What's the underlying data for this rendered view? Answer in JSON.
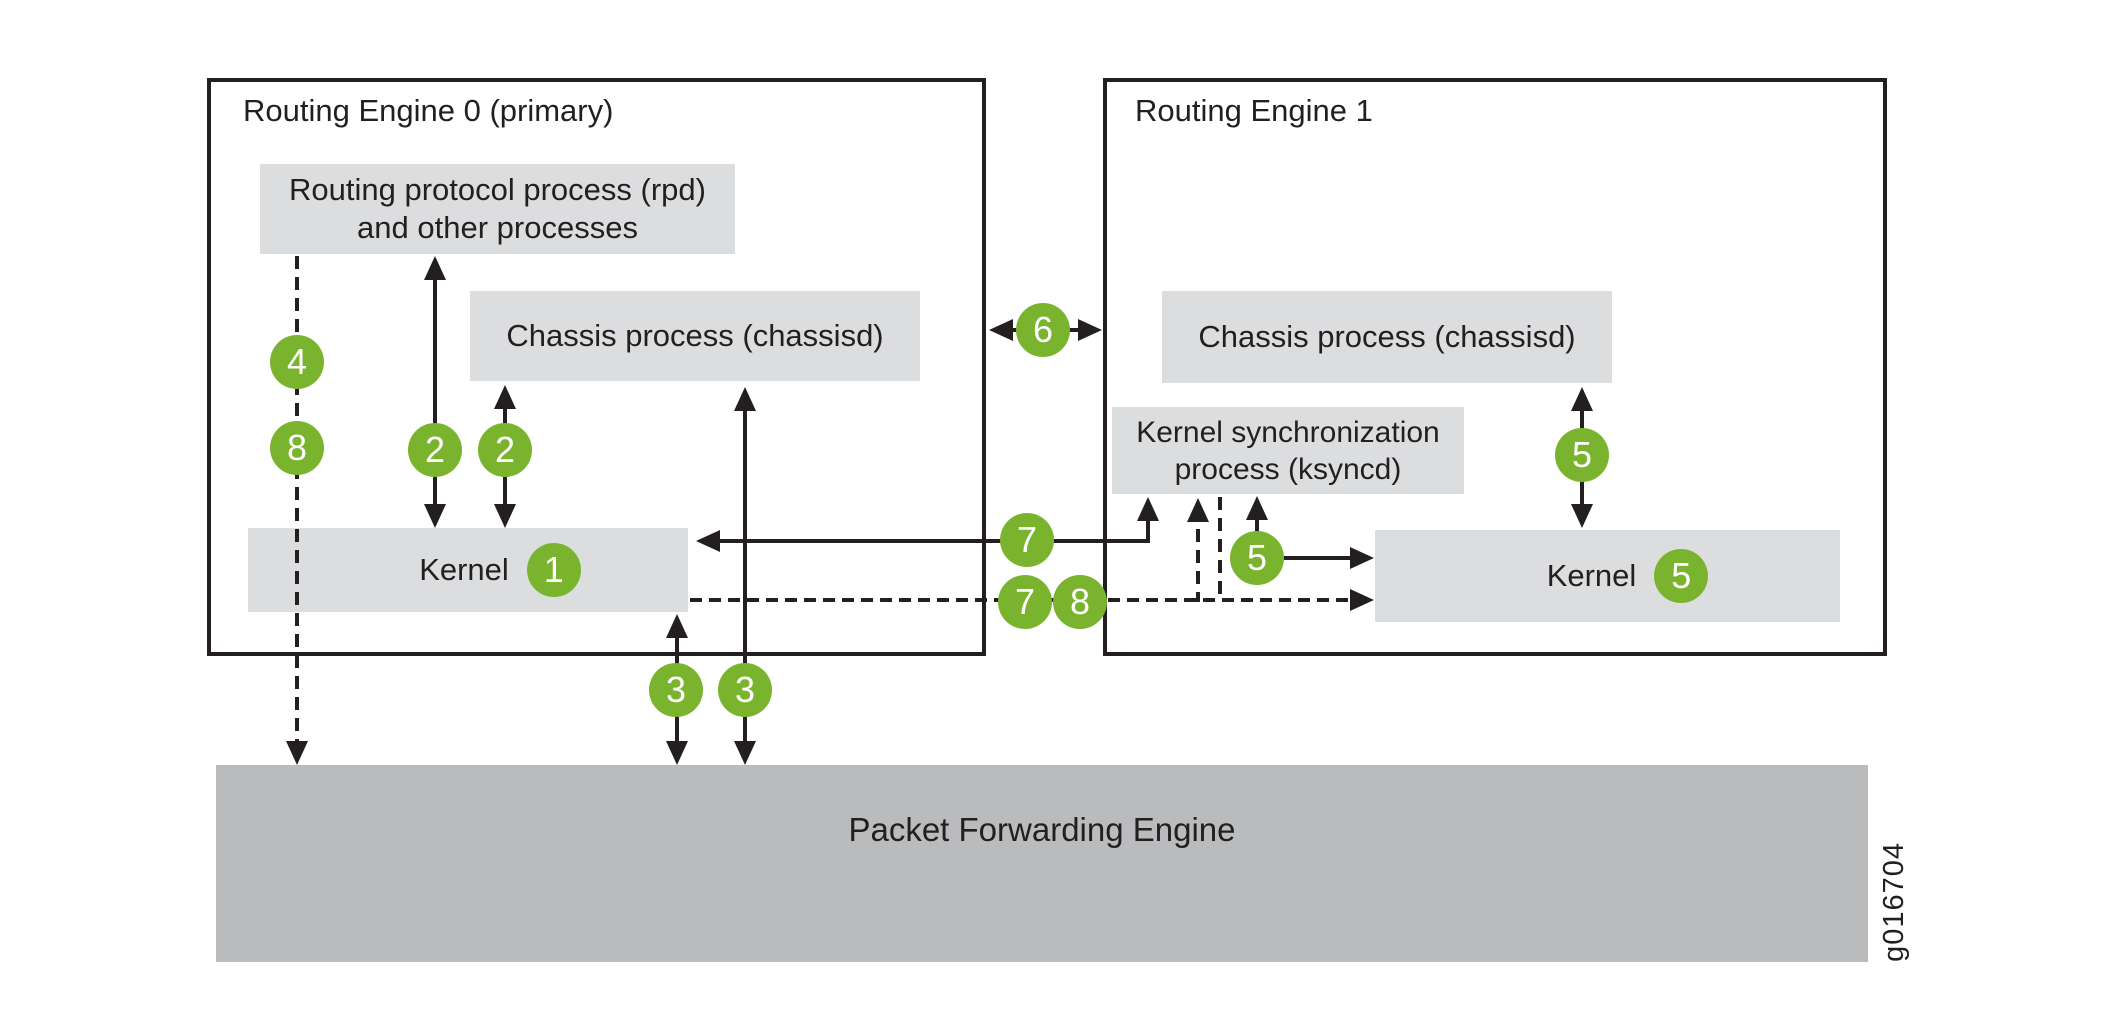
{
  "re0": {
    "title": "Routing Engine 0 (primary)",
    "rpd_line1": "Routing protocol process (rpd)",
    "rpd_line2": "and other processes",
    "chassisd": "Chassis process (chassisd)",
    "kernel": "Kernel"
  },
  "re1": {
    "title": "Routing Engine 1",
    "chassisd": "Chassis process (chassisd)",
    "ksyncd_line1": "Kernel synchronization",
    "ksyncd_line2": "process (ksyncd)",
    "kernel": "Kernel"
  },
  "pfe": {
    "label": "Packet Forwarding Engine"
  },
  "figure_id": "g016704",
  "badges": {
    "1": "1",
    "2": "2",
    "3": "3",
    "4": "4",
    "5": "5",
    "6": "6",
    "7": "7",
    "8": "8"
  },
  "colors": {
    "badge_green": "#7ab42e",
    "box_light": "#dcddde",
    "box_dark": "#b9bbbd",
    "line": "#231f20"
  }
}
